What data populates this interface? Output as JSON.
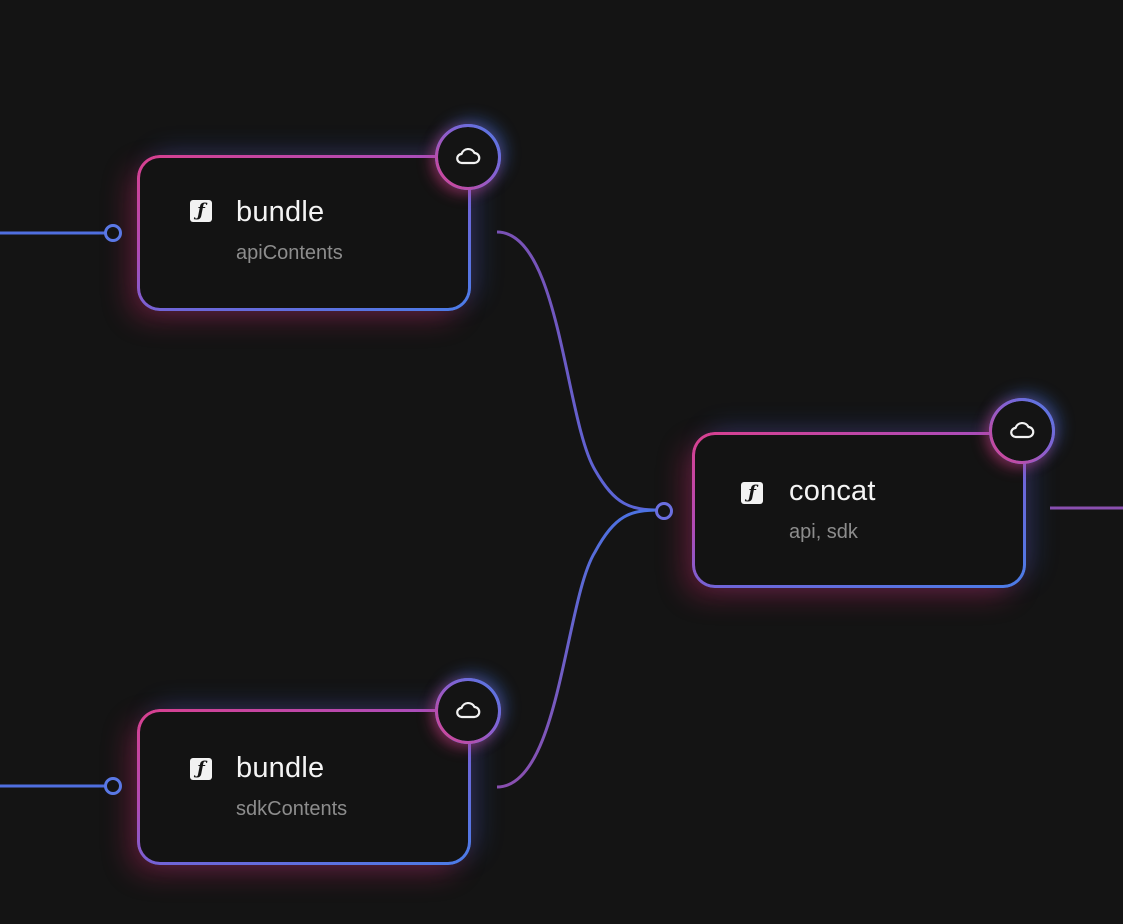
{
  "nodes": {
    "bundle_api": {
      "title": "bundle",
      "subtitle": "apiContents",
      "icon": "function-icon",
      "badge_icon": "cloud-icon"
    },
    "bundle_sdk": {
      "title": "bundle",
      "subtitle": "sdkContents",
      "icon": "function-icon",
      "badge_icon": "cloud-icon"
    },
    "concat": {
      "title": "concat",
      "subtitle": "api, sdk",
      "icon": "function-icon",
      "badge_icon": "cloud-icon"
    }
  },
  "icon_glyphs": {
    "function": "ƒ"
  },
  "colors": {
    "background": "#141414",
    "edge_blue": "#4f6fe0",
    "edge_purple": "#8a4fb0",
    "glow_pink": "#e0408a",
    "glow_blue": "#4a7de8",
    "title_text": "#f4f4f4",
    "subtitle_text": "#8d8d8d"
  }
}
